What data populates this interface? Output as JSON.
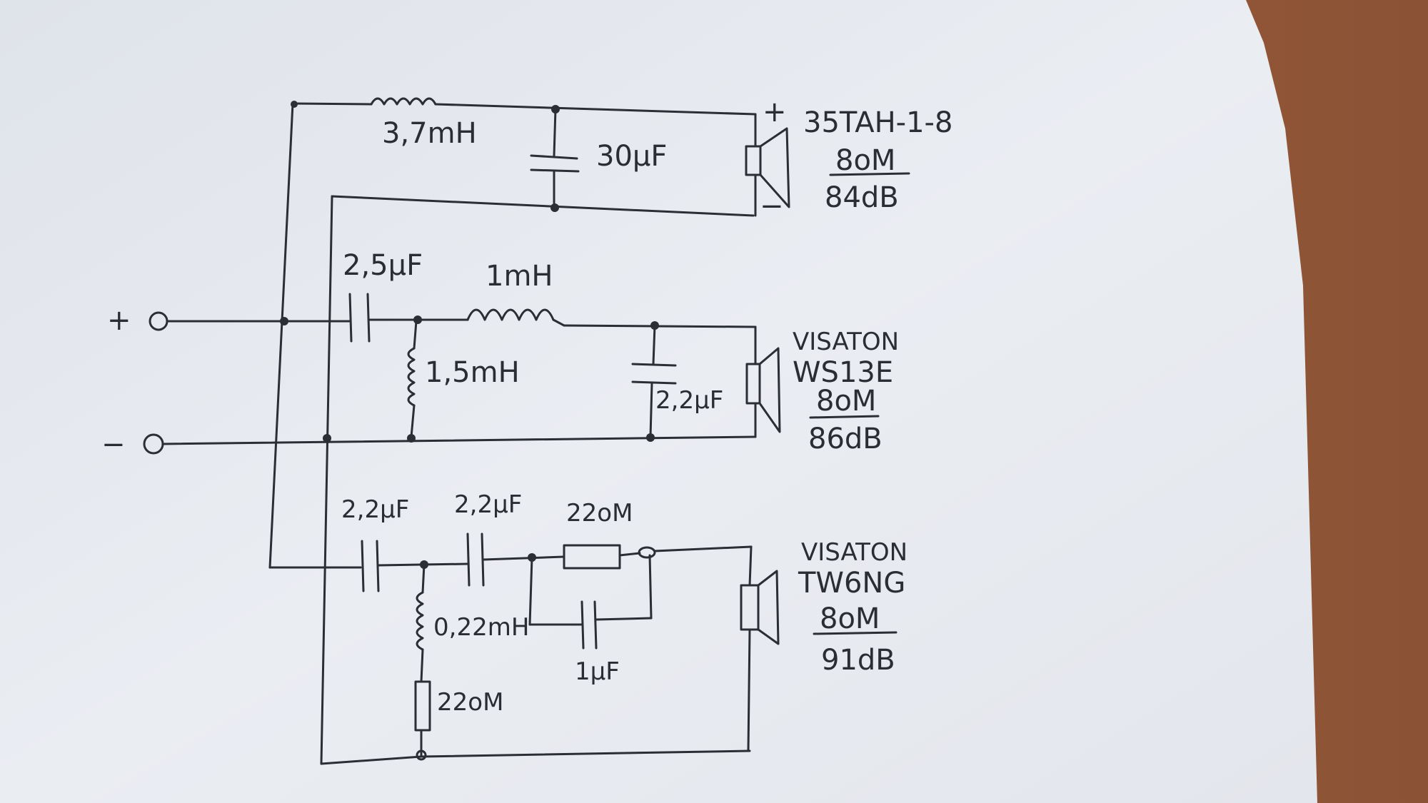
{
  "diagram": {
    "terminals": {
      "plus": "+",
      "minus": "−"
    },
    "woofer_branch": {
      "inductor": "3,7mH",
      "capacitor": "30µF",
      "polarity_plus": "+",
      "polarity_minus": "−",
      "speaker": {
        "model": "35TAH-1-8",
        "impedance": "8oM",
        "sensitivity": "84dB"
      }
    },
    "mid_branch": {
      "series_capacitor": "2,5µF",
      "series_inductor": "1mH",
      "shunt_inductor": "1,5mH",
      "shunt_capacitor": "2,2µF",
      "speaker": {
        "brand": "VISATON",
        "model": "WS13E",
        "impedance": "8oM",
        "sensitivity": "86dB"
      }
    },
    "tweeter_branch": {
      "capacitor_1": "2,2µF",
      "capacitor_2": "2,2µF",
      "series_resistor": "22oM",
      "bypass_capacitor": "1µF",
      "shunt_inductor": "0,22mH",
      "shunt_resistor": "22oM",
      "speaker": {
        "brand": "VISATON",
        "model": "TW6NG",
        "impedance": "8oM",
        "sensitivity": "91dB"
      }
    }
  }
}
